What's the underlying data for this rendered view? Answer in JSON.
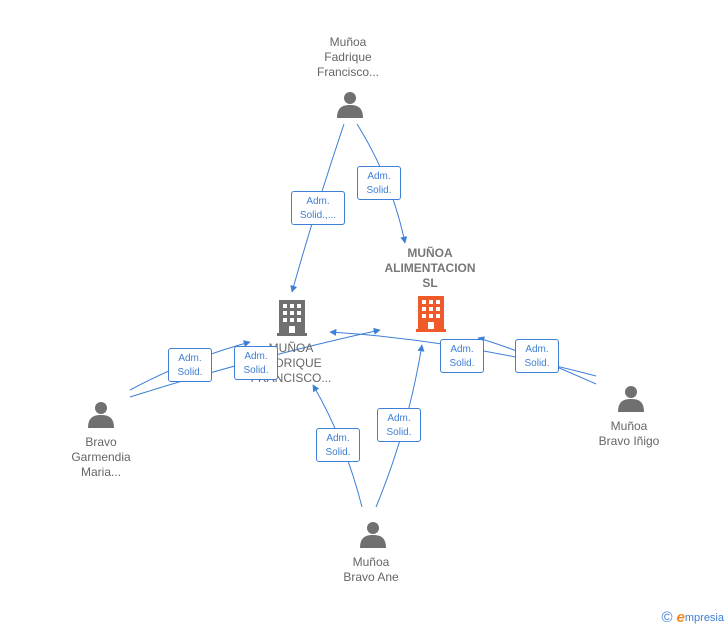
{
  "nodes": {
    "p_top": {
      "lines": [
        "Muñoa",
        "Fadrique",
        "Francisco..."
      ]
    },
    "company_main": {
      "lines": [
        "MUÑOA",
        "ALIMENTACION",
        "SL"
      ]
    },
    "company_center": {
      "lines": [
        "MUÑOA",
        "FADRIQUE",
        "FRANCISCO..."
      ]
    },
    "p_left": {
      "lines": [
        "Bravo",
        "Garmendia",
        "Maria..."
      ]
    },
    "p_right": {
      "lines": [
        "Muñoa",
        "Bravo Iñigo"
      ]
    },
    "p_bottom": {
      "lines": [
        "Muñoa",
        "Bravo Ane"
      ]
    }
  },
  "edges": [
    {
      "label_lines": [
        "Adm.",
        "Solid.,..."
      ]
    },
    {
      "label_lines": [
        "Adm.",
        "Solid."
      ]
    },
    {
      "label_lines": [
        "Adm.",
        "Solid."
      ]
    },
    {
      "label_lines": [
        "Adm.",
        "Solid."
      ]
    },
    {
      "label_lines": [
        "Adm.",
        "Solid."
      ]
    },
    {
      "label_lines": [
        "Adm.",
        "Solid."
      ]
    },
    {
      "label_lines": [
        "Adm.",
        "Solid."
      ]
    },
    {
      "label_lines": [
        "Adm.",
        "Solid."
      ]
    }
  ],
  "colors": {
    "edge": "#3e7fd6",
    "person": "#707070",
    "company": "#707070",
    "company_main": "#f05a28"
  },
  "icons": {
    "person": "person-icon",
    "company": "building-icon"
  },
  "brand": {
    "copyright": "©",
    "name_initial": "e",
    "name_rest": "mpresia"
  }
}
